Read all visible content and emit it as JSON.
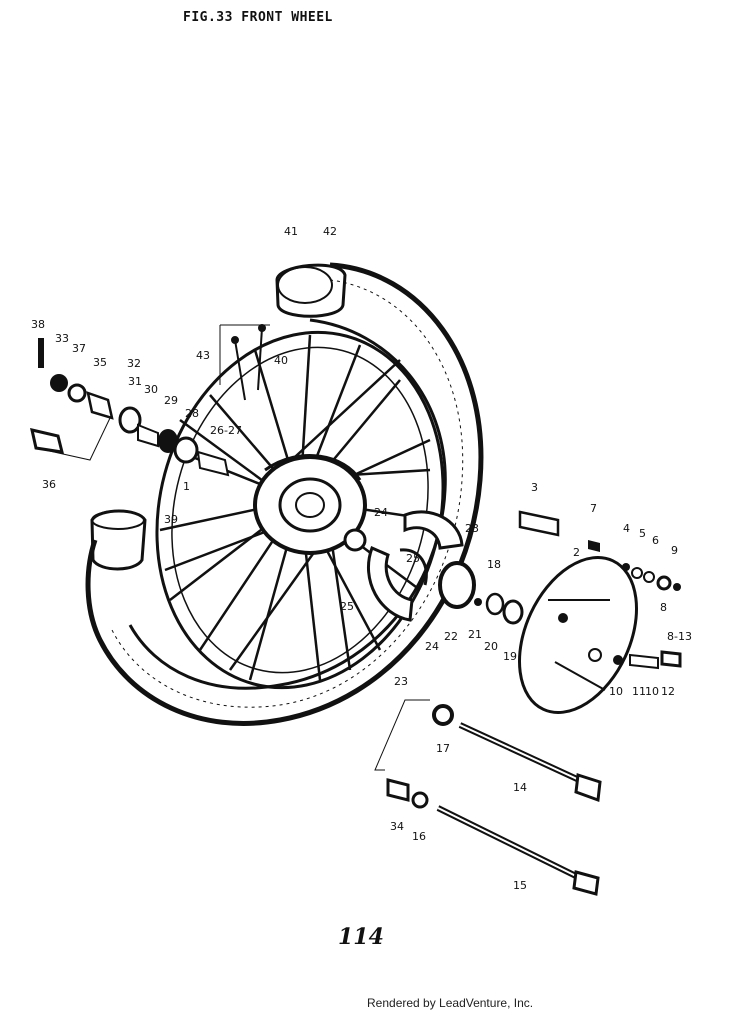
{
  "header": {
    "title": "FIG.33  FRONT WHEEL"
  },
  "page_number": "114",
  "footer": {
    "text": "Rendered by LeadVenture, Inc."
  },
  "callouts": [
    "1",
    "2",
    "3",
    "4",
    "5",
    "6",
    "7",
    "8",
    "8-13",
    "9",
    "10",
    "11",
    "10",
    "12",
    "14",
    "15",
    "16",
    "17",
    "18",
    "19",
    "20",
    "21",
    "22",
    "23",
    "23",
    "24",
    "24",
    "25",
    "25",
    "26-27",
    "28",
    "29",
    "30",
    "31",
    "32",
    "33",
    "34",
    "35",
    "36",
    "37",
    "38",
    "39",
    "40",
    "41",
    "42",
    "43"
  ]
}
